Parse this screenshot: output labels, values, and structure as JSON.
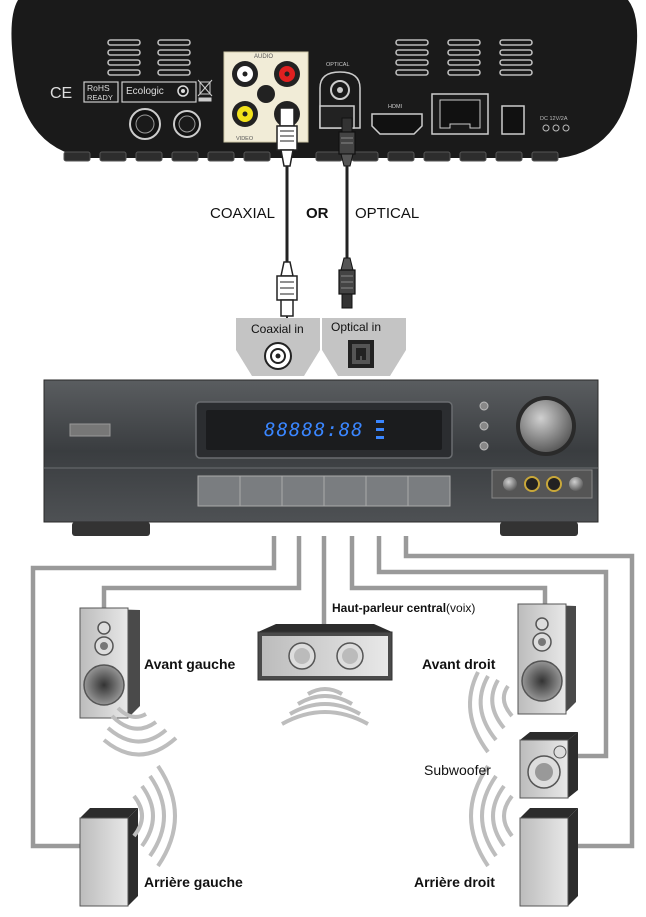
{
  "device": {
    "panel_labels": {
      "audio": "AUDIO",
      "video": "VIDEO",
      "optical": "OPTICAL",
      "hdmi": "HDMI",
      "dc": "DC 12V/2A"
    },
    "cert_marks": {
      "ce": "CE",
      "rohs_top": "RoHS",
      "rohs_bottom": "READY",
      "brand": "Ecologic"
    }
  },
  "connection": {
    "coaxial": "COAXIAL",
    "or": "OR",
    "optical": "OPTICAL"
  },
  "receiver": {
    "coaxial_in": "Coaxial in",
    "optical_in": "Optical in",
    "display": "88888:88"
  },
  "speakers": {
    "center": "Haut-parleur central",
    "center_suffix": "(voix)",
    "front_left": "Avant gauche",
    "front_right": "Avant droit",
    "subwoofer": "Subwoofer",
    "rear_left": "Arrière gauche",
    "rear_right": "Arrière droit"
  },
  "colors": {
    "device_body": "#1a1a1a",
    "receiver_body": "#3f4245",
    "wire": "#9a9a9a",
    "speaker": "#4a4a4a",
    "wave": "#bdbdbd",
    "rca_red": "#e02020",
    "rca_yellow": "#f2e21a",
    "display_digits": "#3a86ff"
  }
}
